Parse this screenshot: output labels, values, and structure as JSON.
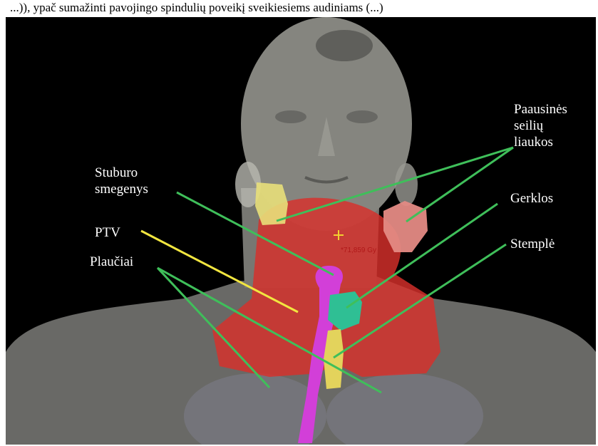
{
  "caption_fragment": "...)), ypač sumažinti pavojingo spindulių poveikį sveikiesiems audiniams (...)",
  "labels": {
    "parotid": [
      "Paausinės",
      "seilių",
      "liaukos"
    ],
    "spinal_cord": [
      "Stuburo",
      "smegenys"
    ],
    "larynx": "Gerklos",
    "ptv": "PTV",
    "esophagus": "Stemplė",
    "lungs": "Plaučiai"
  },
  "dose_readout": "*71,859 Gy",
  "colors": {
    "background": "#000000",
    "body": "#7a7a76",
    "ptv": "#d8302b",
    "parotid_left": "#e8df7a",
    "parotid_right": "#e48a84",
    "spinal_cord": "#d23fd8",
    "larynx": "#2fbf94",
    "esophagus": "#e3d35c",
    "line_green": "#3fbf5a",
    "line_yellow": "#f2e640",
    "label_text": "#ffffff"
  }
}
